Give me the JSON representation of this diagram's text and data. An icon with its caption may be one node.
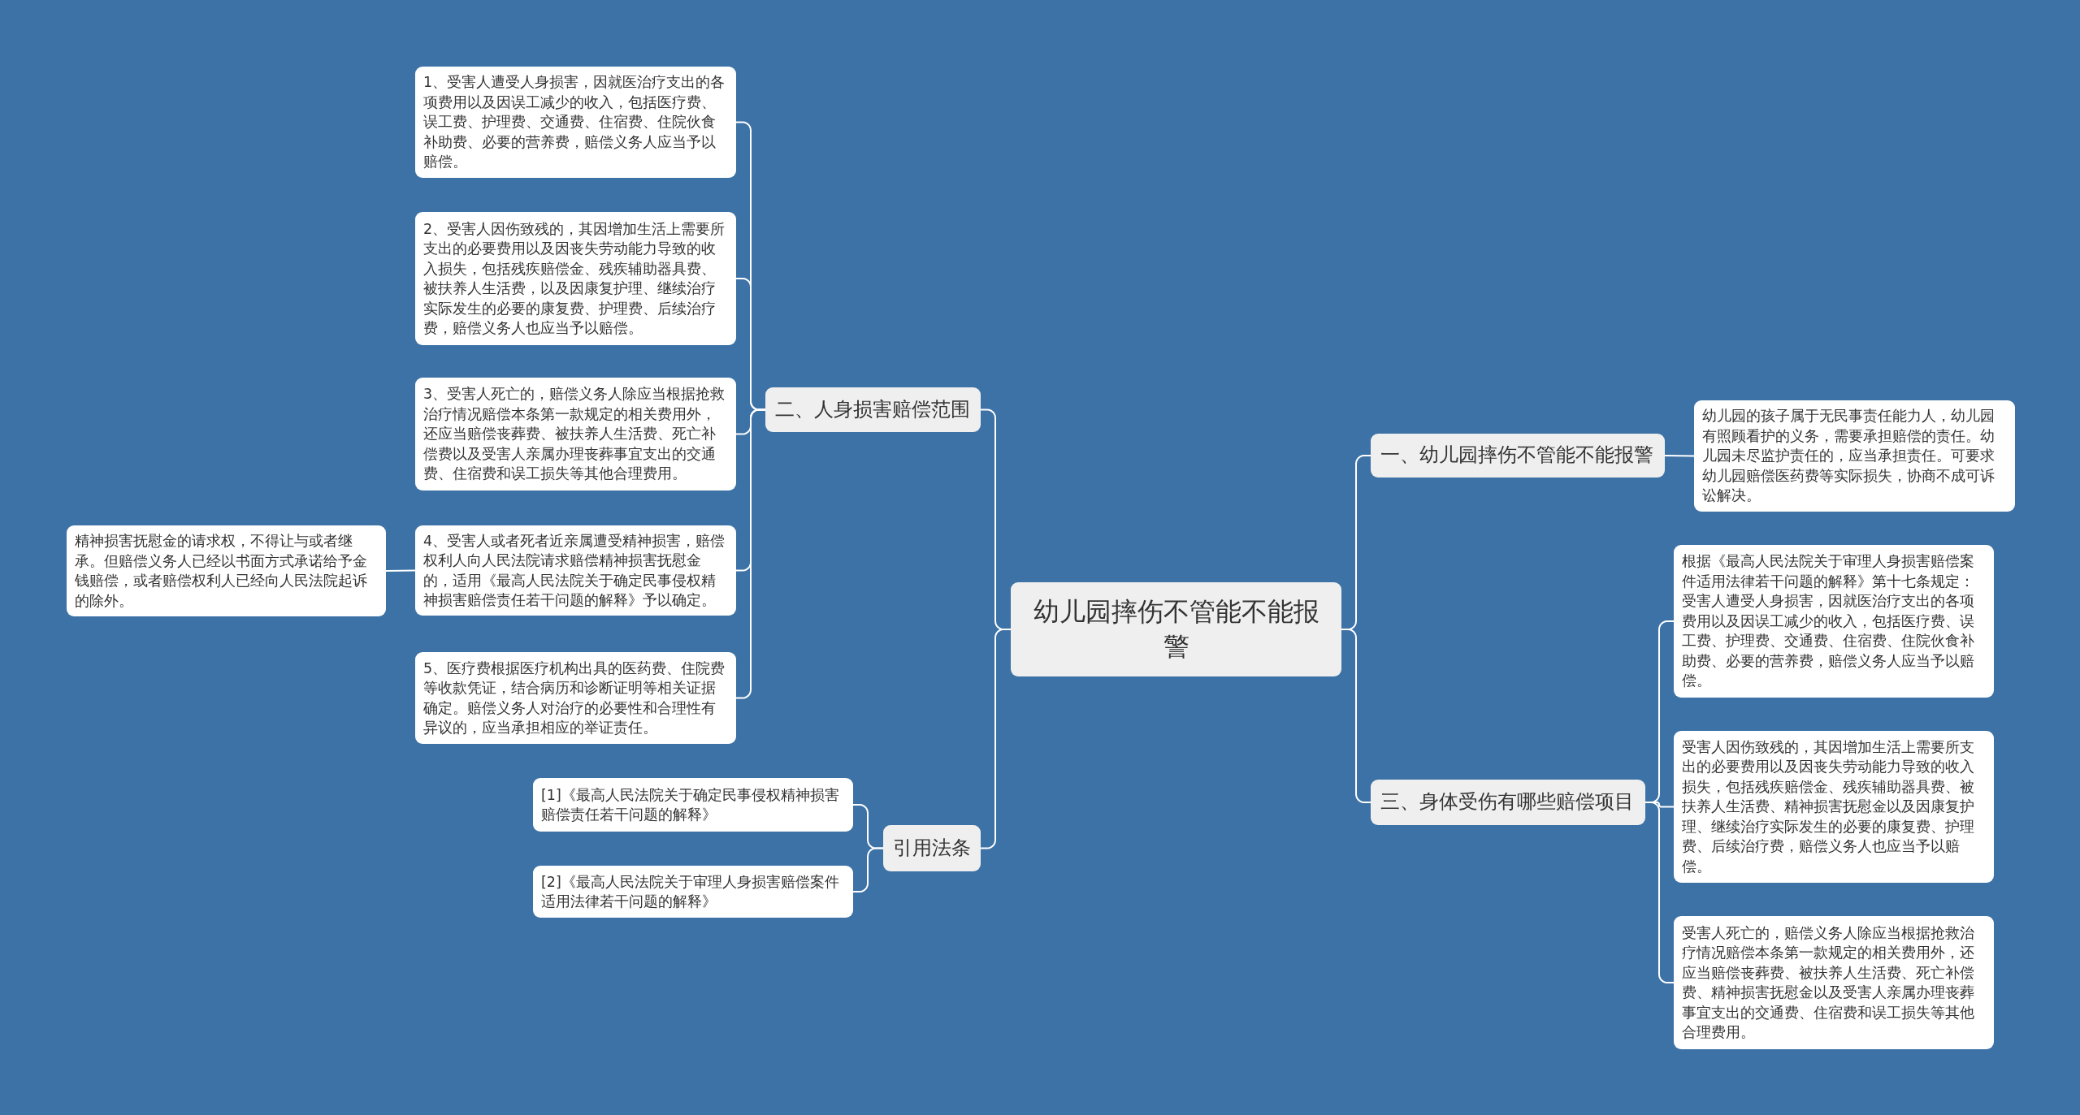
{
  "diagram": {
    "nodes": [
      {
        "text": [
          "幼儿园摔伤不管能不能报警"
        ]
      },
      {
        "text": [
          "二、人身损害赔偿范围"
        ]
      },
      {
        "text": [
          "1、受害人遭受人身损害，因就医治疗支出的各项费用以及因误工减少的收入，包括医疗费、误工费、护理费、交通费、住宿费、住院伙食补助费、必要的营养费，赔偿义务人应当予以赔偿。"
        ]
      },
      {
        "text": [
          "2、受害人因伤致残的，其因增加生活上需要所支出的必要费用以及因丧失劳动能力导致的收入损失，包括残疾赔偿金、残疾辅助器具费、被扶养人生活费，以及因康复护理、继续治疗实际发生的必要的康复费、护理费、后续治疗费，赔偿义务人也应当予以赔偿。"
        ]
      },
      {
        "text": [
          "3、受害人死亡的，赔偿义务人除应当根据抢救治疗情况赔偿本条第一款规定的相关费用外，还应当赔偿丧葬费、被扶养人生活费、死亡补偿费以及受害人亲属办理丧葬事宜支出的交通费、住宿费和误工损失等其他合理费用。"
        ]
      },
      {
        "text": [
          "4、受害人或者死者近亲属遭受精神损害，赔偿权利人向人民法院请求赔偿精神损害抚慰金的，适用《最高人民法院关于确定民事侵权精神损害赔偿责任若干问题的解释》予以确定。"
        ]
      },
      {
        "text": [
          "精神损害抚慰金的请求权，不得让与或者继承。但赔偿义务人已经以书面方式承诺给予金钱赔偿，或者赔偿权利人已经向人民法院起诉的除外。"
        ]
      },
      {
        "text": [
          "5、医疗费根据医疗机构出具的医药费、住院费等收款凭证，结合病历和诊断证明等相关证据确定。赔偿义务人对治疗的必要性和合理性有异议的，应当承担相应的举证责任。"
        ]
      },
      {
        "text": [
          "引用法条"
        ]
      },
      {
        "text": [
          "[1]《最高人民法院关于确定民事侵权精神损害赔偿责任若干问题的解释》"
        ]
      },
      {
        "text": [
          "[2]《最高人民法院关于审理人身损害赔偿案件适用法律若干问题的解释》"
        ]
      },
      {
        "text": [
          "一、幼儿园摔伤不管能不能报警"
        ]
      },
      {
        "text": [
          "幼儿园的孩子属于无民事责任能力人，幼儿园有照顾看护的义务，需要承担赔偿的责任。幼儿园未尽监护责任的，应当承担责任。可要求幼儿园赔偿医药费等实际损失，协商不成可诉讼解决。"
        ]
      },
      {
        "text": [
          "三、身体受伤有哪些赔偿项目"
        ]
      },
      {
        "text": [
          "根据《最高人民法院关于审理人身损害赔偿案件适用法律若干问题的解释》第十七条规定：受害人遭受人身损害，因就医治疗支出的各项费用以及因误工减少的收入，包括医疗费、误工费、护理费、交通费、住宿费、住院伙食补助费、必要的营养费，赔偿义务人应当予以赔偿。"
        ]
      },
      {
        "text": [
          "受害人因伤致残的，其因增加生活上需要所支出的必要费用以及因丧失劳动能力导致的收入损失，包括残疾赔偿金、残疾辅助器具费、被扶养人生活费、精神损害抚慰金以及因康复护理、继续治疗实际发生的必要的康复费、护理费、后续治疗费，赔偿义务人也应当予以赔偿。"
        ]
      },
      {
        "text": [
          "受害人死亡的，赔偿义务人除应当根据抢救治疗情况赔偿本条第一款规定的相关费用外，还应当赔偿丧葬费、被扶养人生活费、死亡补偿费、精神损害抚慰金以及受害人亲属办理丧葬事宜支出的交通费、住宿费和误工损失等其他合理费用。"
        ]
      }
    ],
    "edges": [
      {
        "from": 0,
        "to": 1,
        "arrow": "none"
      },
      {
        "from": 1,
        "to": 2,
        "arrow": "none"
      },
      {
        "from": 1,
        "to": 3,
        "arrow": "none"
      },
      {
        "from": 1,
        "to": 4,
        "arrow": "none"
      },
      {
        "from": 1,
        "to": 5,
        "arrow": "none"
      },
      {
        "from": 5,
        "to": 6,
        "arrow": "none"
      },
      {
        "from": 1,
        "to": 7,
        "arrow": "none"
      },
      {
        "from": 0,
        "to": 8,
        "arrow": "none"
      },
      {
        "from": 8,
        "to": 9,
        "arrow": "none"
      },
      {
        "from": 8,
        "to": 10,
        "arrow": "none"
      },
      {
        "from": 0,
        "to": 11,
        "arrow": "none"
      },
      {
        "from": 11,
        "to": 12,
        "arrow": "none"
      },
      {
        "from": 0,
        "to": 13,
        "arrow": "none"
      },
      {
        "from": 13,
        "to": 14,
        "arrow": "none"
      },
      {
        "from": 13,
        "to": 15,
        "arrow": "none"
      },
      {
        "from": 13,
        "to": 16,
        "arrow": "none"
      }
    ]
  }
}
